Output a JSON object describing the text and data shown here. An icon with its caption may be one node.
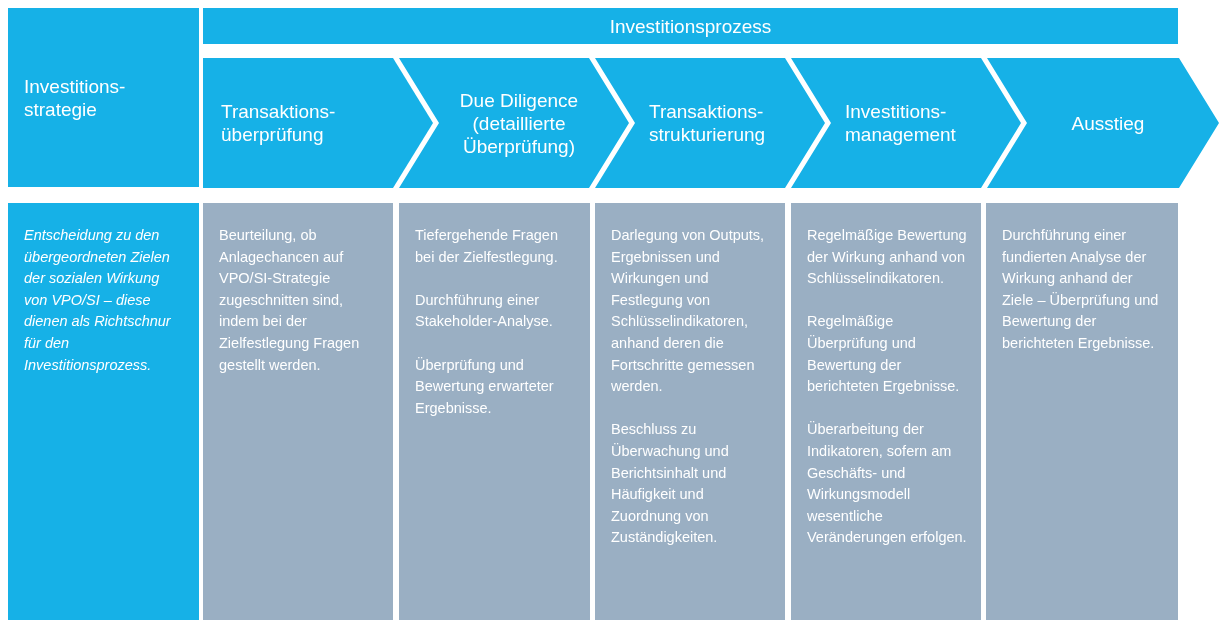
{
  "diagram": {
    "nodes": [
      {
        "text": [
          "Investitions- strategie"
        ]
      },
      {
        "text": [
          "Investitionsprozess"
        ]
      },
      {
        "text": [
          "Transaktions- überprüfung"
        ]
      },
      {
        "text": [
          "Due Diligence (detaillierte Überprüfung)"
        ]
      },
      {
        "text": [
          "Transaktions- strukturierung"
        ]
      },
      {
        "text": [
          "Investitions- management"
        ]
      },
      {
        "text": [
          "Ausstieg"
        ]
      },
      {
        "text": [
          "Entscheidung zu den übergeordneten Zielen der sozialen Wirkung von VPO/SI – diese dienen als Richtschnur für den Investitionsprozess."
        ]
      },
      {
        "text": [
          "Beurteilung, ob Anlagechancen auf VPO/SI-Strategie zugeschnitten sind, indem bei der Zielfestlegung Fragen gestellt werden."
        ]
      },
      {
        "text": [
          "Tiefergehende Fragen bei der Zielfestlegung.",
          "Durchführung einer Stakeholder-Analyse.",
          "Überprüfung und Bewertung erwarteter Ergebnisse."
        ]
      },
      {
        "text": [
          "Darlegung von Outputs, Ergebnissen und Wirkungen und Festlegung von Schlüsselindikatoren, anhand deren die Fortschritte gemessen werden.",
          "Beschluss zu Überwachung und Berichtsinhalt und Häufigkeit und Zuordnung von Zuständigkeiten."
        ]
      },
      {
        "text": [
          "Regelmäßige Bewertung der Wirkung anhand von Schlüsselindikatoren.",
          "Regelmäßige Überprüfung und Bewertung der berichteten Ergebnisse.",
          "Überarbeitung der Indikatoren, sofern am Geschäfts- und Wirkungsmodell wesentliche Veränderungen erfolgen."
        ]
      },
      {
        "text": [
          "Durchführung einer fundierten Analyse der Wirkung anhand der Ziele – Überprüfung und Bewertung der berichteten Ergebnisse."
        ]
      }
    ]
  }
}
